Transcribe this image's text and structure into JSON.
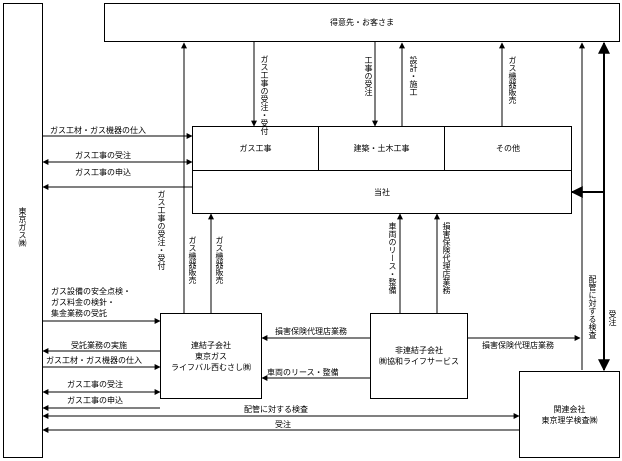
{
  "nodes": {
    "customers": "得意先・お客さま",
    "tokyo_gas": "東京ガス㈱",
    "company": "当社",
    "company_gas": "ガス工事",
    "company_construction": "建築・土木工事",
    "company_other": "その他",
    "subsidiary": "連結子会社\n東京ガス\nライフバル西むさし㈱",
    "non_subsidiary": "非連結子会社\n㈱協和ライフサービス",
    "affiliate": "関連会社\n東京理学検査㈱"
  },
  "labels": {
    "cust_gas_orders": "ガス工事の受注・受付",
    "cust_work_orders": "工事の受注",
    "cust_design": "設計・施工",
    "cust_appliance_sales": "ガス機器販売",
    "left_orders_main": "ガス工事の受注・受付",
    "tg_purchase": "ガス工材・ガス機器の仕入",
    "tg_gas_orders": "ガス工事の受注",
    "tg_gas_app": "ガス工事の申込",
    "sub_app_sales_1": "ガス機器販売",
    "sub_app_sales_2": "ガス機器販売",
    "vehicle_lease_v": "車両のリース・整備",
    "insurance_v": "損害保険代理店業務",
    "tg_safety": "ガス設備の安全点検・\nガス料金の検針・\n集金業務の受託",
    "tg_outsourcing": "受託業務の実施",
    "tg_purchase_2": "ガス工材・ガス機器の仕入",
    "tg_gas_orders_2": "ガス工事の受注",
    "tg_gas_app_2": "ガス工事の申込",
    "insurance_h": "損害保険代理店業務",
    "vehicle_lease_h": "車両のリース・整備",
    "insurance_h2": "損害保険代理店業務",
    "pipe_inspection_h": "配管に対する検査",
    "order_received_h": "受注",
    "pipe_inspection_v": "配管に対する検査",
    "order_received_v": "受注"
  }
}
